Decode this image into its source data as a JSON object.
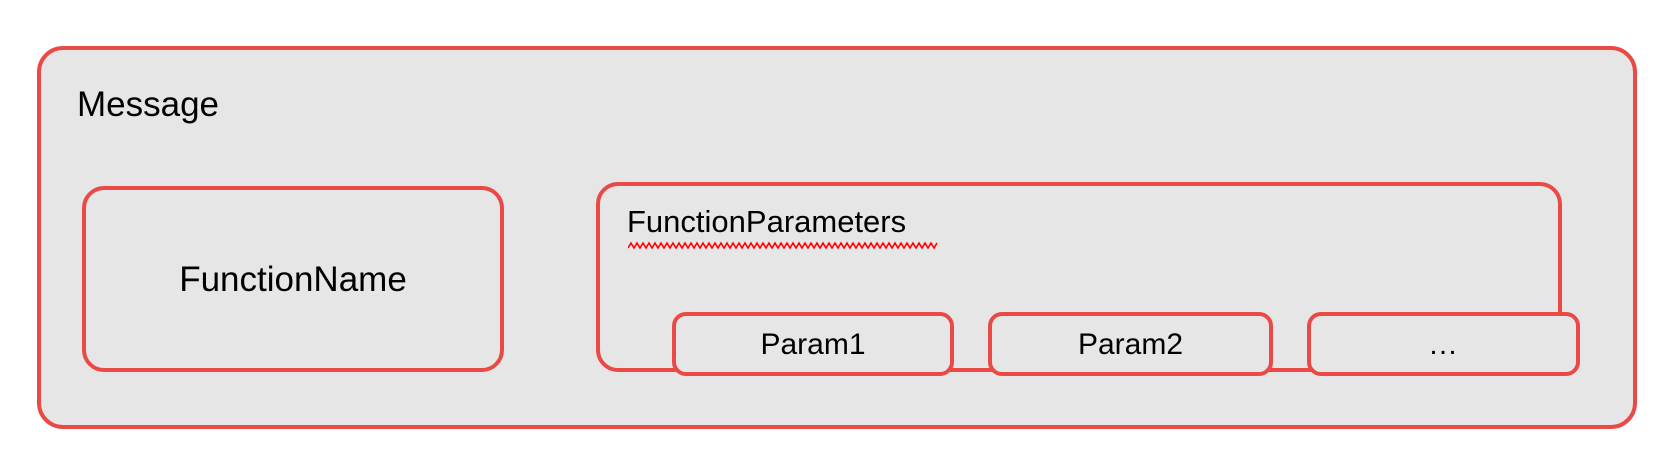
{
  "diagram": {
    "title": "Message",
    "colors": {
      "border": "#ea4a46",
      "fill": "#e6e6e6",
      "text": "#000000",
      "spellcheck_squiggle": "#ff0000",
      "background": "#ffffff"
    },
    "message_box": {
      "label": "Message"
    },
    "function_name_box": {
      "label": "FunctionName"
    },
    "function_parameters_box": {
      "label": "FunctionParameters",
      "label_has_spellcheck_underline": true,
      "params": [
        {
          "label": "Param1"
        },
        {
          "label": "Param2"
        },
        {
          "label": "…"
        }
      ]
    }
  }
}
